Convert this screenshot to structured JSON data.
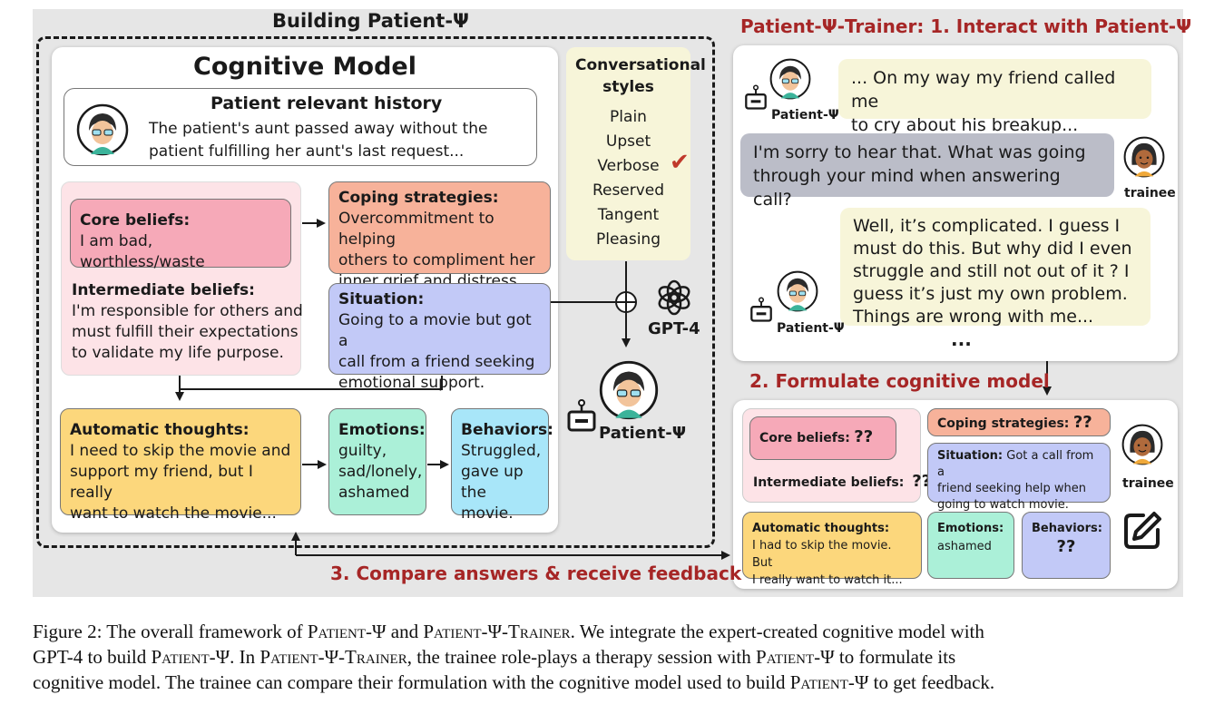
{
  "left": {
    "title": "Building Patient-Ψ",
    "cognitive_model": {
      "title": "Cognitive Model",
      "history": {
        "heading": "Patient relevant history",
        "text_line1": "The patient's aunt passed away without the",
        "text_line2": "patient fulfilling her aunt's last request..."
      },
      "core_beliefs": {
        "heading": "Core beliefs:",
        "text": "I am bad, worthless/waste"
      },
      "intermediate_beliefs": {
        "heading": "Intermediate beliefs:",
        "line1": "I'm responsible for others and",
        "line2": "must fulfill their expectations",
        "line3": "to validate my life purpose."
      },
      "coping": {
        "heading": "Coping strategies:",
        "line1": "Overcommitment to helping",
        "line2": "others to compliment her",
        "line3": "inner grief and distress."
      },
      "situation": {
        "heading": "Situation:",
        "line1": "Going to a movie but got a",
        "line2": "call from a friend seeking",
        "line3": "emotional support."
      },
      "automatic_thoughts": {
        "heading": "Automatic thoughts:",
        "line1": "I need to skip the movie and",
        "line2": "support my friend, but I really",
        "line3": "want to watch the movie..."
      },
      "emotions": {
        "heading": "Emotions:",
        "line1": "guilty,",
        "line2": "sad/lonely,",
        "line3": "ashamed"
      },
      "behaviors": {
        "heading": "Behaviors:",
        "line1": "Struggled,",
        "line2": "gave up",
        "line3": "the movie."
      }
    },
    "styles": {
      "heading_line1": "Conversational",
      "heading_line2": "styles",
      "items": [
        "Plain",
        "Upset",
        "Verbose",
        "Reserved",
        "Tangent",
        "Pleasing"
      ],
      "selected_mark": "✔"
    },
    "gpt_label": "GPT-4",
    "patient_label": "Patient-Ψ"
  },
  "right": {
    "title": "Patient-Ψ-Trainer: 1. Interact with Patient-Ψ",
    "chat": {
      "msg1_line1": "... On my way my friend called me",
      "msg1_line2": "to cry about his breakup...",
      "msg2_line1": "I'm sorry to hear that. What was going",
      "msg2_line2": "through your mind when answering call?",
      "msg3_line1": "Well, it’s complicated. I guess I",
      "msg3_line2": "must do this. But why did I even",
      "msg3_line3": "struggle and still not out of it ? I",
      "msg3_line4": "guess it’s just my own problem.",
      "msg3_line5": "Things are wrong with me...",
      "ellipsis": "...",
      "patient_label": "Patient-Ψ",
      "trainee_label": "trainee"
    },
    "step2": "2. Formulate cognitive model",
    "formulate": {
      "core": "Core beliefs:",
      "core_q": "??",
      "intermediate": "Intermediate beliefs:",
      "intermediate_q": "??",
      "coping": "Coping strategies:",
      "coping_q": "??",
      "situation_head": "Situation:",
      "situation_line1": "Got a call from a",
      "situation_line2": "friend seeking help when",
      "situation_line3": "going to watch movie.",
      "auto_head": "Automatic thoughts:",
      "auto_line1": "I had to skip the movie. But",
      "auto_line2": "I really want to watch it...",
      "emotions_head": "Emotions:",
      "emotions_text": "ashamed",
      "behaviors_head": "Behaviors:",
      "behaviors_q": "??",
      "trainee_label": "trainee"
    },
    "step3": "3. Compare answers & receive feedback"
  },
  "caption": {
    "line1_a": "Figure 2: The overall framework of ",
    "line1_b": "Patient-Ψ",
    "line1_c": " and ",
    "line1_d": "Patient-Ψ-Trainer",
    "line1_e": ". We integrate the expert-created cognitive model with",
    "line2_a": "GPT-4 to build ",
    "line2_b": "Patient-Ψ",
    "line2_c": ". In ",
    "line2_d": "Patient-Ψ-Trainer",
    "line2_e": ", the trainee role-plays a therapy session with ",
    "line2_f": "Patient-Ψ",
    "line2_g": " to formulate its",
    "line3_a": "cognitive model. The trainee can compare their formulation with the cognitive model used to build ",
    "line3_b": "Patient-Ψ",
    "line3_c": " to get feedback."
  },
  "colors": {
    "accent_red": "#a62626",
    "panel_bg": "#e6e6e6",
    "core_beliefs": "#f6a9b8",
    "coping": "#f7b29a",
    "situation": "#c2c9f7",
    "automatic": "#fcd77c",
    "emotions": "#abf0d8",
    "behaviors": "#a8e6f9",
    "styles_box": "#f7f5d9"
  }
}
